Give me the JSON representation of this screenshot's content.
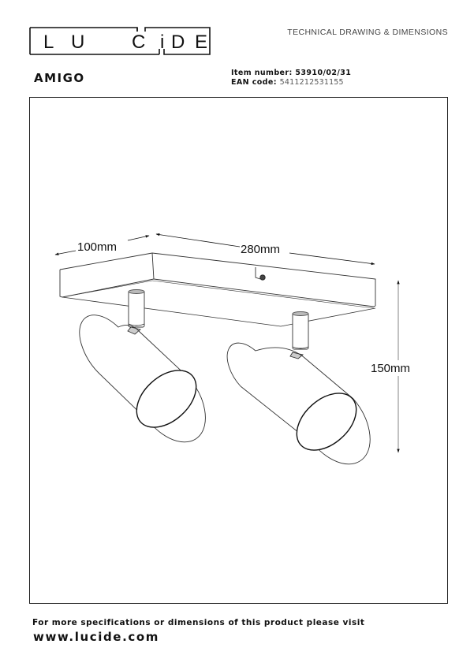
{
  "header": {
    "brand_letters": [
      "L",
      "U",
      "C",
      "i",
      "D",
      "E"
    ],
    "document_type": "TECHNICAL DRAWING & DIMENSIONS"
  },
  "product": {
    "name": "AMIGO",
    "item_number_label": "Item number",
    "item_number": "53910/02/31",
    "ean_label": "EAN code",
    "ean_code": "5411212531155"
  },
  "drawing": {
    "icons": [
      "ceiling-plate",
      "spotlight-left",
      "spotlight-right",
      "dimension-arrow"
    ],
    "dimensions": {
      "depth": "100mm",
      "width": "280mm",
      "height": "150mm"
    }
  },
  "footer": {
    "info_text": "For more specifications or dimensions of this product please visit",
    "url": "www.lucide.com"
  }
}
